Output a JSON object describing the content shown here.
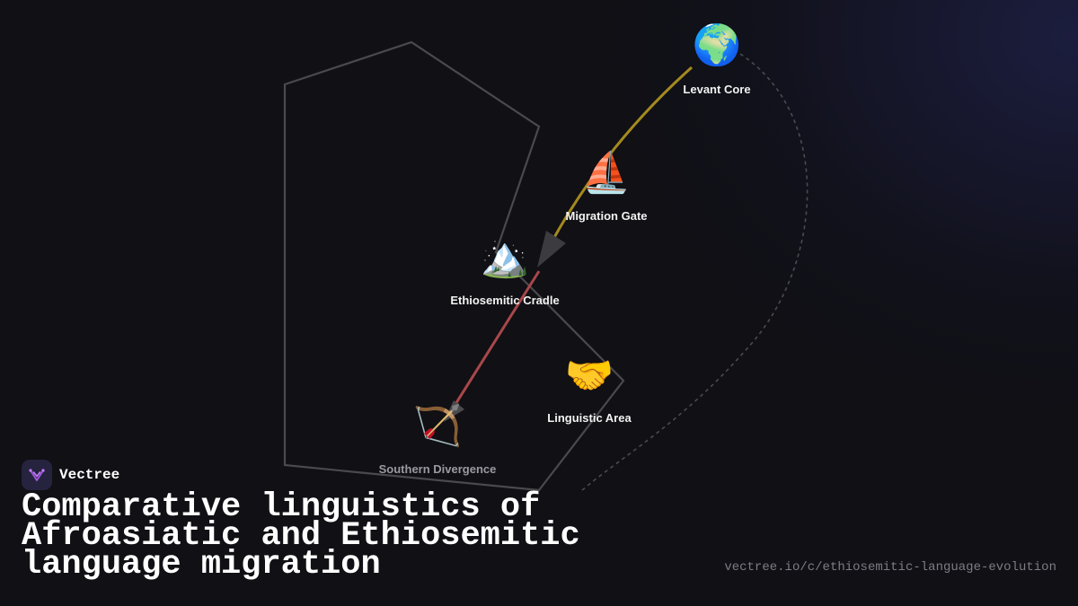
{
  "nodes": {
    "levant": {
      "icon": "🌍",
      "icon_name": "globe-icon",
      "label": "Levant Core"
    },
    "migration": {
      "icon": "⛵",
      "icon_name": "sailboat-icon",
      "label": "Migration Gate"
    },
    "cradle": {
      "icon": "🏔️",
      "icon_name": "mountain-icon",
      "label": "Ethiosemitic Cradle"
    },
    "linguistic": {
      "icon": "🤝",
      "icon_name": "handshake-icon",
      "label": "Linguistic Area"
    },
    "southern": {
      "icon": "🏹",
      "icon_name": "bow-and-arrow-icon",
      "label": "Southern Divergence"
    }
  },
  "colors": {
    "background": "#101015",
    "region_outline": "#4a4a4e",
    "route_gold": "#a48a1e",
    "route_red": "#a8474a",
    "dashed_arc": "#4a4a50",
    "arrowhead": "#3c3c40"
  },
  "brand": {
    "name": "Vectree"
  },
  "title": "Comparative linguistics of Afroasiatic and Ethiosemitic language migration",
  "footer": {
    "url": "vectree.io/c/ethiosemitic-language-evolution"
  }
}
